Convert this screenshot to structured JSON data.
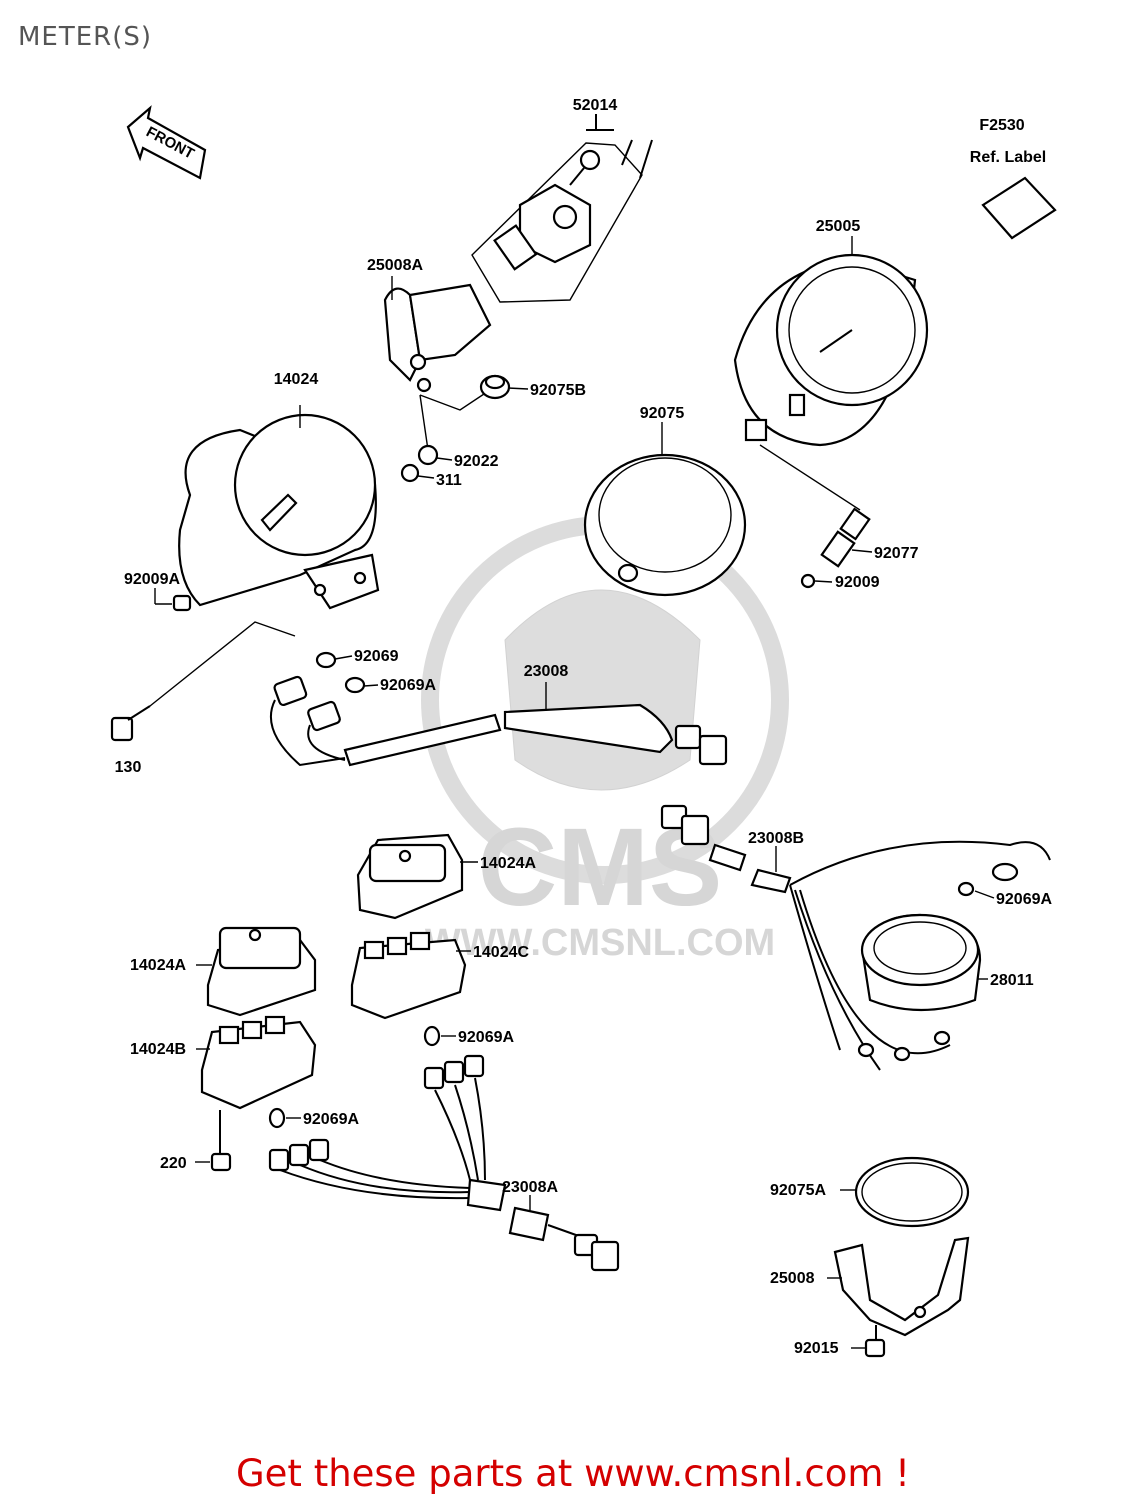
{
  "page": {
    "title": "METER(S)",
    "footer": "Get these parts at www.cmsnl.com !"
  },
  "diagram": {
    "front_arrow_label": "FRONT",
    "figure_ref": "F2530",
    "ref_label": "Ref. Label",
    "watermark": {
      "logo": "CMS",
      "url": "WWW.CMSNL.COM"
    },
    "callouts": [
      "52014",
      "25008A",
      "92075B",
      "14024",
      "92022",
      "311",
      "25005",
      "92075",
      "92077",
      "92009",
      "92009A",
      "130",
      "92069",
      "92069A",
      "23008",
      "14024A",
      "23008B",
      "92069A",
      "14024A",
      "14024C",
      "28011",
      "14024B",
      "92069A",
      "92069A",
      "220",
      "23008A",
      "92075A",
      "25008",
      "92015"
    ]
  }
}
